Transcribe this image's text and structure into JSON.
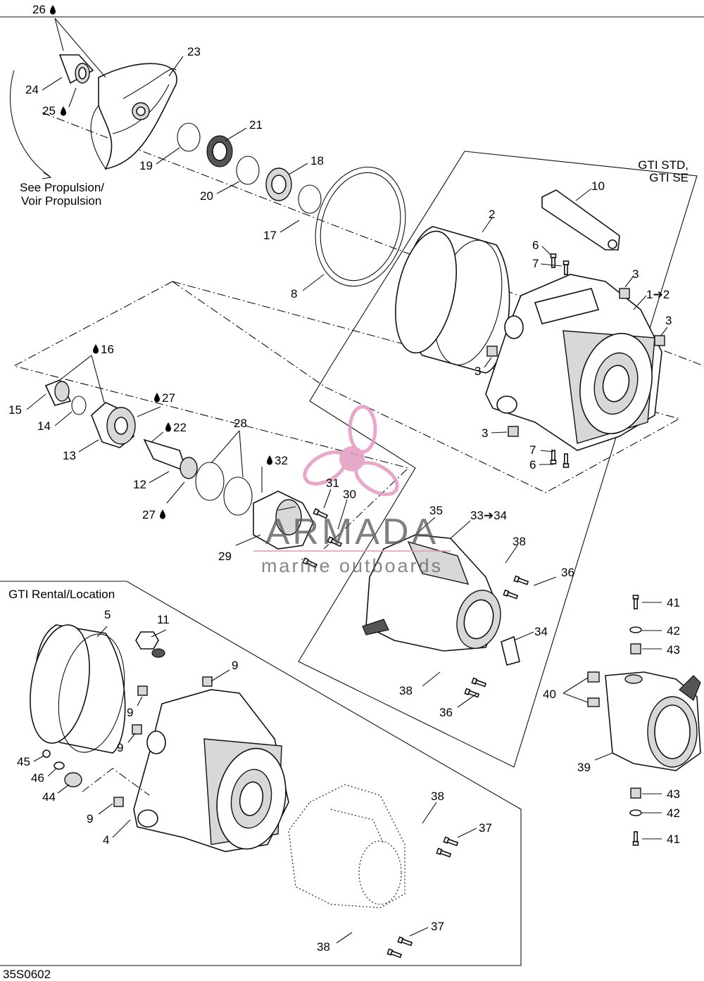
{
  "captions": {
    "gti_std_line1": "GTI STD,",
    "gti_std_line2": "GTI SE",
    "gti_rental": "GTI Rental/Location",
    "see_propulsion_line1": "See Propulsion/",
    "see_propulsion_line2": "Voir Propulsion",
    "figure_code": "35S0602"
  },
  "watermark": {
    "brand": "ARMADA",
    "tagline": "marine outboards",
    "brand_color": "#e59ac0"
  },
  "callouts": {
    "c26": "26",
    "c23": "23",
    "c24": "24",
    "c25": "25",
    "c21": "21",
    "c19": "19",
    "c18": "18",
    "c20": "20",
    "c17": "17",
    "c8": "8",
    "c10": "10",
    "c2": "2",
    "c6a": "6",
    "c7a": "7",
    "c3a": "3",
    "c1": "1➔2",
    "c3b": "3",
    "c3c": "3",
    "c16": "16",
    "c27a": "27",
    "c15": "15",
    "c14": "14",
    "c22": "22",
    "c13": "13",
    "c28": "28",
    "c3d": "3",
    "c7b": "7",
    "c6b": "6",
    "c32": "32",
    "c12": "12",
    "c31": "31",
    "c30": "30",
    "c27b": "27",
    "c35": "35",
    "c33": "33➔34",
    "c29": "29",
    "c38a": "38",
    "c36a": "36",
    "c34": "34",
    "c41a": "41",
    "c42a": "42",
    "c43a": "43",
    "c5": "5",
    "c11": "11",
    "c9a": "9",
    "c9b": "9",
    "c9c": "9",
    "c38b": "38",
    "c36b": "36",
    "c40": "40",
    "c45": "45",
    "c46": "46",
    "c44": "44",
    "c39": "39",
    "c9d": "9",
    "c4": "4",
    "c38c": "38",
    "c37a": "37",
    "c43b": "43",
    "c42b": "42",
    "c41b": "41",
    "c37b": "37",
    "c38d": "38"
  }
}
